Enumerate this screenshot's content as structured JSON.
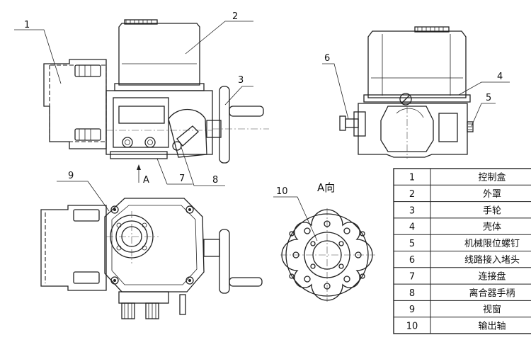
{
  "callouts": {
    "c1": "1",
    "c2": "2",
    "c3": "3",
    "c4": "4",
    "c5": "5",
    "c6": "6",
    "c7": "7",
    "c8": "8",
    "c9": "9",
    "c10": "10"
  },
  "view_labels": {
    "arrow": "A",
    "view_a": "A向"
  },
  "parts_table": [
    {
      "no": "1",
      "name": "控制盒"
    },
    {
      "no": "2",
      "name": "外罩"
    },
    {
      "no": "3",
      "name": "手轮"
    },
    {
      "no": "4",
      "name": "壳体"
    },
    {
      "no": "5",
      "name": "机械限位螺钉"
    },
    {
      "no": "6",
      "name": "线路接入堵头"
    },
    {
      "no": "7",
      "name": "连接盘"
    },
    {
      "no": "8",
      "name": "离合器手柄"
    },
    {
      "no": "9",
      "name": "视窗"
    },
    {
      "no": "10",
      "name": "输出轴"
    }
  ]
}
